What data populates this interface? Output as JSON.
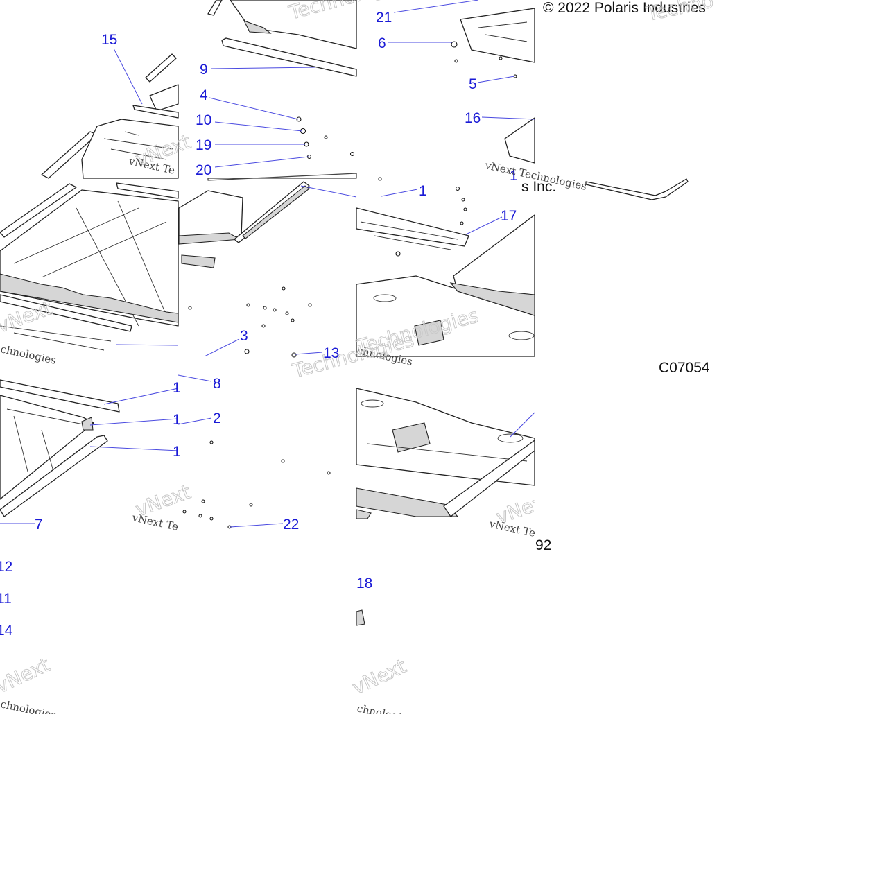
{
  "diagram": {
    "copyright": "© 2022 Polaris Industries",
    "copyright_fragment": "s Inc.",
    "figure_code": "C07054",
    "figure_code_fragment": "92",
    "watermark": {
      "line1": "vNext Te",
      "line2": "chnologies",
      "line3": "vNext Technologies",
      "brand": "vNext",
      "brand2": "Technologies"
    },
    "callouts": {
      "c21": "21",
      "c6": "6",
      "c5": "5",
      "c16": "16",
      "c15": "15",
      "c9": "9",
      "c4": "4",
      "c10": "10",
      "c19": "19",
      "c20": "20",
      "c1": "1",
      "c17": "17",
      "c3": "3",
      "c13": "13",
      "c8": "8",
      "c2": "2",
      "c7": "7",
      "c22": "22",
      "c12": "12",
      "c11": "11",
      "c14": "14",
      "c18": "18",
      "c1a": "1",
      "c1b": "1",
      "c1c": "1",
      "c1d": "1"
    }
  }
}
